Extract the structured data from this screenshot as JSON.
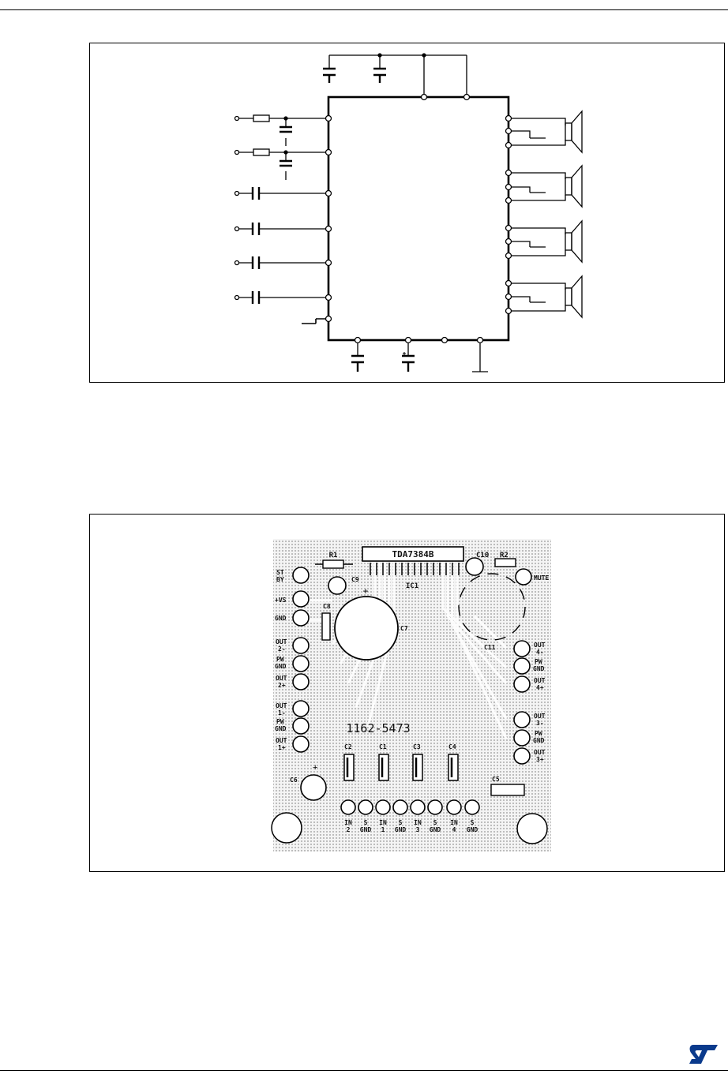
{
  "pcb": {
    "ic_name": "TDA7384B",
    "ic_ref": "IC1",
    "board_number": "1162-5473",
    "components": {
      "r1": "R1",
      "r2": "R2",
      "c1": "C1",
      "c2": "C2",
      "c3": "C3",
      "c4": "C4",
      "c5": "C5",
      "c6": "C6",
      "c7": "C7",
      "c8": "C8",
      "c9": "C9",
      "c10": "C10",
      "c11": "C11"
    },
    "left_pads": [
      {
        "line1": "ST",
        "line2": "BY"
      },
      {
        "line1": "+VS",
        "line2": ""
      },
      {
        "line1": "GND",
        "line2": ""
      },
      {
        "line1": "OUT",
        "line2": "2-"
      },
      {
        "line1": "PW",
        "line2": "GND"
      },
      {
        "line1": "OUT",
        "line2": "2+"
      },
      {
        "line1": "OUT",
        "line2": "1-"
      },
      {
        "line1": "PW",
        "line2": "GND"
      },
      {
        "line1": "OUT",
        "line2": "1+"
      }
    ],
    "right_pads": [
      {
        "line1": "MUTE",
        "line2": ""
      },
      {
        "line1": "OUT",
        "line2": "4-"
      },
      {
        "line1": "PW",
        "line2": "GND"
      },
      {
        "line1": "OUT",
        "line2": "4+"
      },
      {
        "line1": "OUT",
        "line2": "3-"
      },
      {
        "line1": "PW",
        "line2": "GND"
      },
      {
        "line1": "OUT",
        "line2": "3+"
      }
    ],
    "bottom_pads": [
      {
        "line1": "IN",
        "line2": "2"
      },
      {
        "line1": "S",
        "line2": "GND"
      },
      {
        "line1": "IN",
        "line2": "1"
      },
      {
        "line1": "S",
        "line2": "GND"
      },
      {
        "line1": "IN",
        "line2": "3"
      },
      {
        "line1": "S",
        "line2": "GND"
      },
      {
        "line1": "IN",
        "line2": "4"
      },
      {
        "line1": "S",
        "line2": "GND"
      }
    ]
  },
  "colors": {
    "ink": "#000000",
    "board": "#e2e2e2",
    "logo": "#0a3a8c"
  },
  "icons": {
    "logo": "st-logo-icon"
  }
}
